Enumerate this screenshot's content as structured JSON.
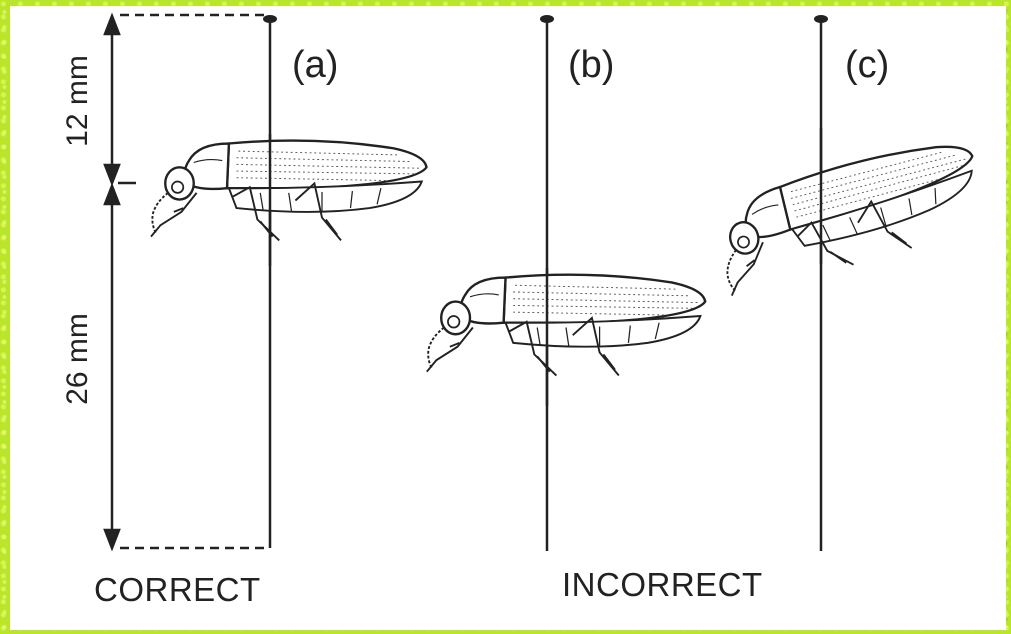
{
  "dimensions": {
    "upper": "12 mm",
    "lower": "26 mm"
  },
  "panels": [
    {
      "id": "a",
      "label": "(a)"
    },
    {
      "id": "b",
      "label": "(b)"
    },
    {
      "id": "c",
      "label": "(c)"
    }
  ],
  "captions": {
    "correct": "CORRECT",
    "incorrect": "INCORRECT"
  },
  "colors": {
    "background": "#b9e62a",
    "figure": "#ffffff",
    "ink": "#222222"
  }
}
